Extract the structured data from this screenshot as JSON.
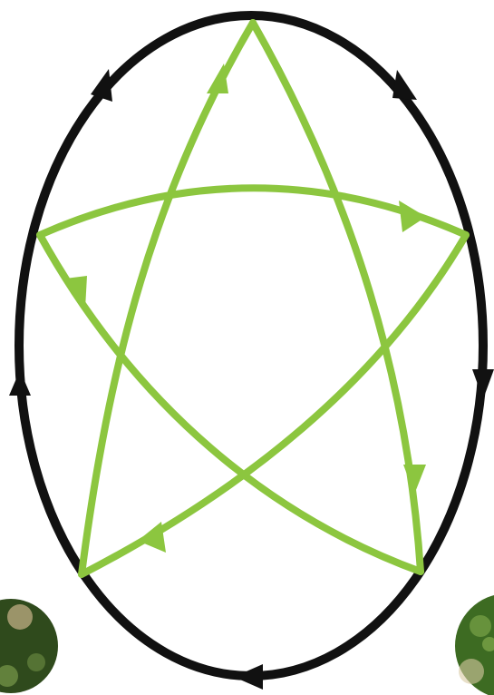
{
  "diagram": {
    "type": "cycle-diagram",
    "outer_cycle": {
      "shape": "ellipse",
      "color": "#111111",
      "arrow_direction": "clockwise",
      "arrow_count": 5
    },
    "pentagram": {
      "color": "#8cc63f",
      "arrow_count": 5
    },
    "corner_images": {
      "left": {
        "subject": "photo-foliage",
        "colors": [
          "#2f4a1c",
          "#6f8f45",
          "#c9b48a"
        ]
      },
      "right": {
        "subject": "photo-foliage",
        "colors": [
          "#3d6b22",
          "#79a347",
          "#d8c9a3"
        ]
      }
    }
  }
}
